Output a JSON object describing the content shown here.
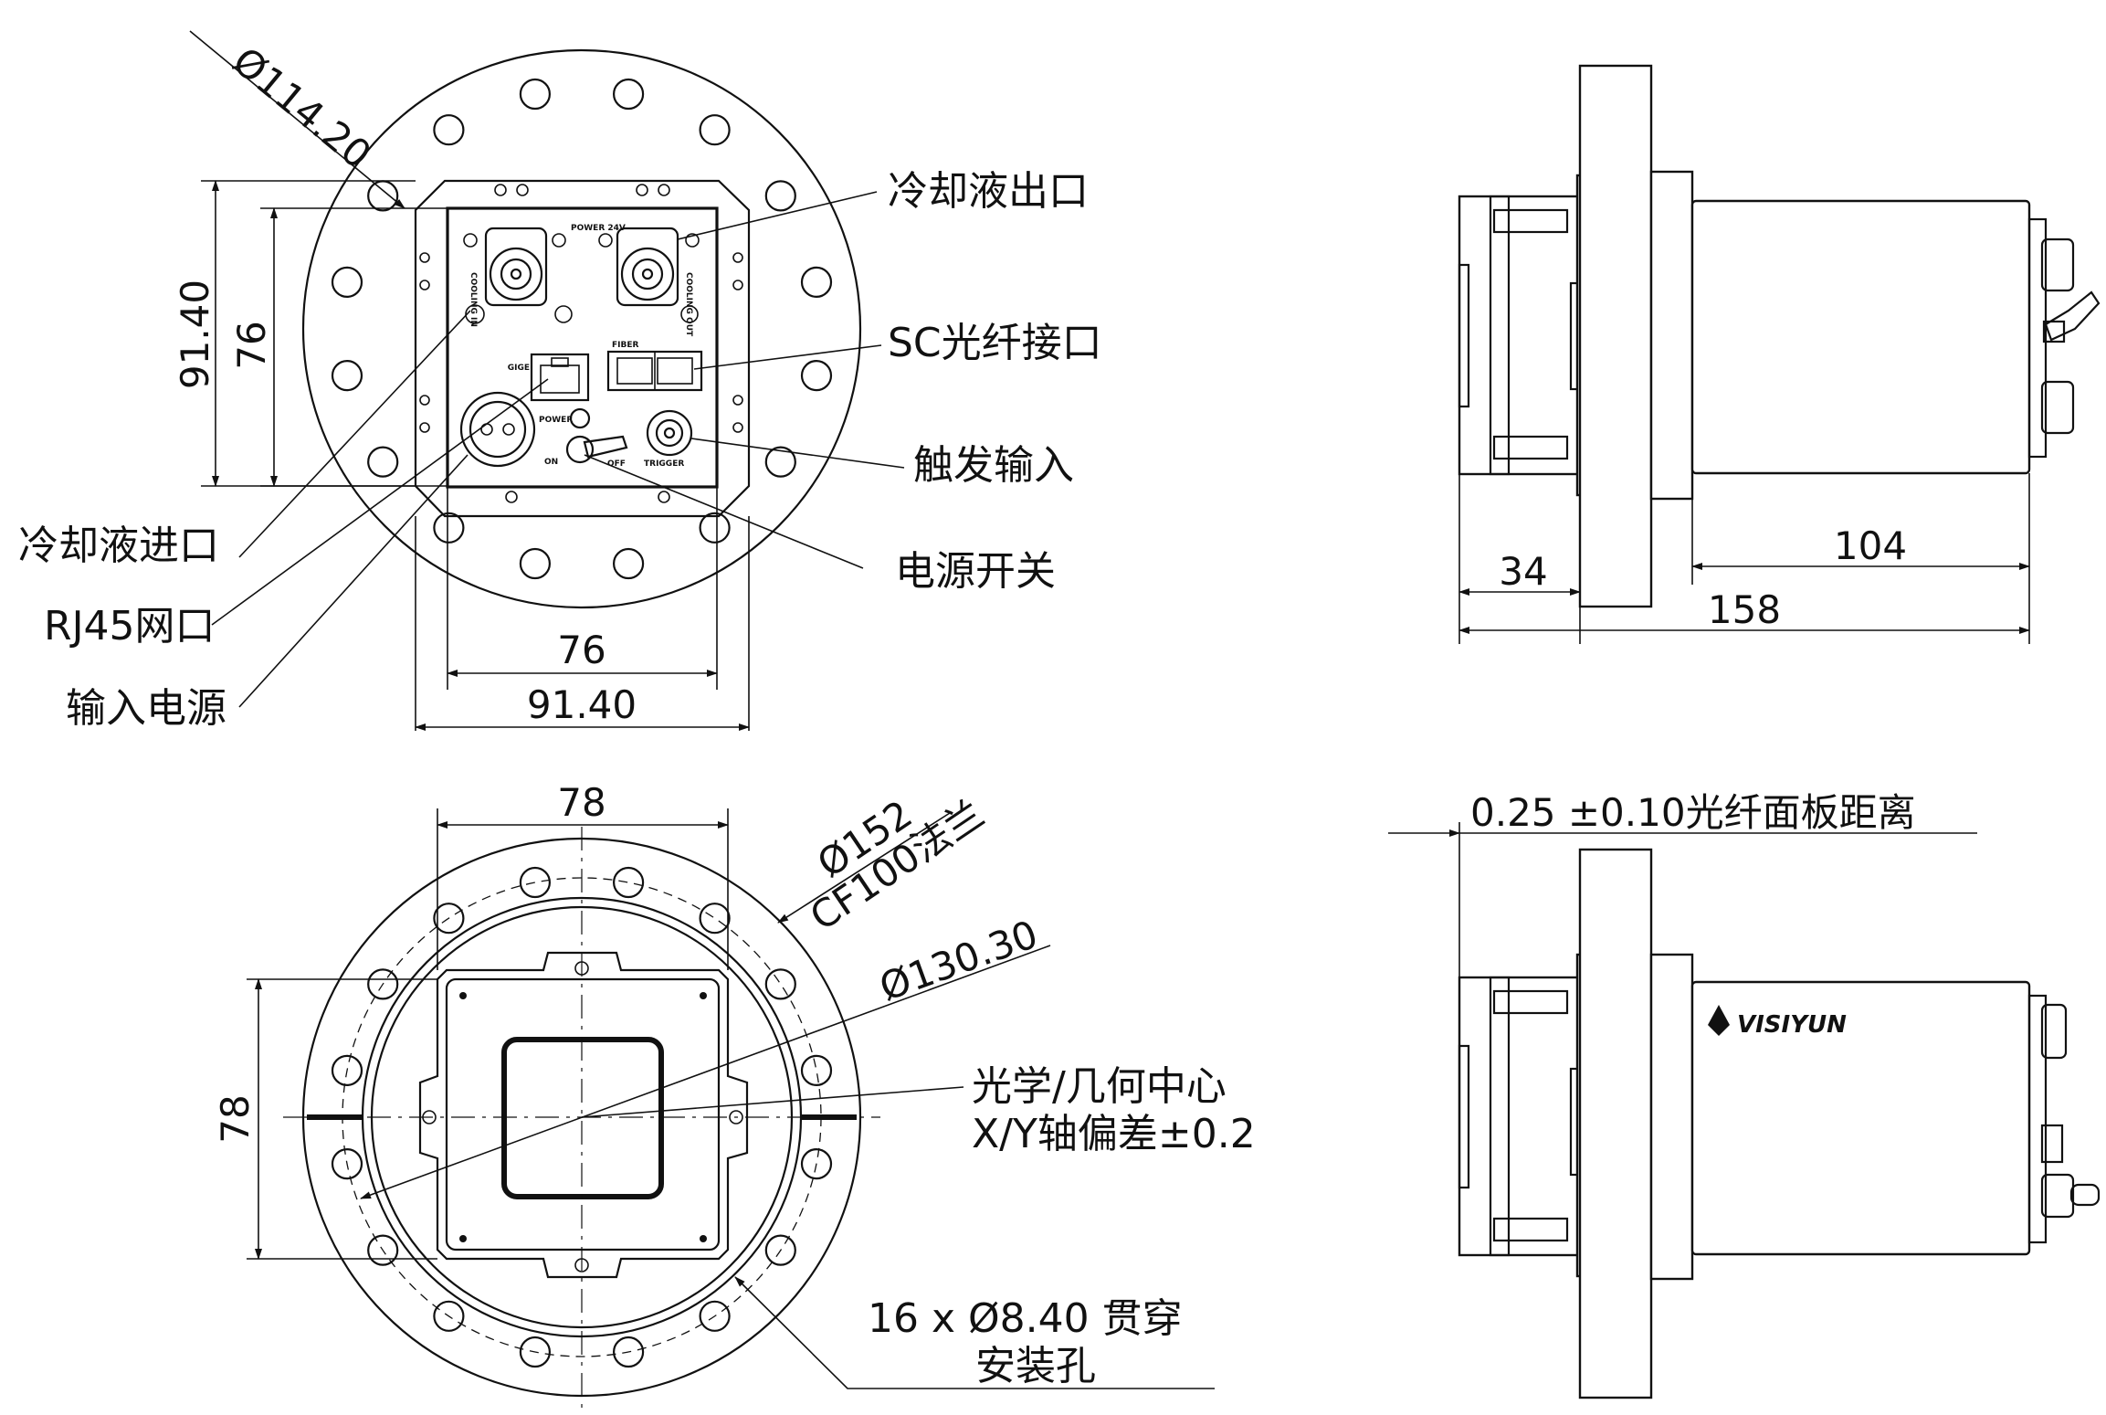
{
  "views": {
    "rear": {
      "dim_diameter": "Ø114.20",
      "dim_v_outer": "91.40",
      "dim_v_inner": "76",
      "dim_h_inner": "76",
      "dim_h_outer": "91.40",
      "panel_text": {
        "t1": "COOLING OUT",
        "t2": "POWER 24V",
        "t3": "COOLING IN",
        "t4": "FIBER",
        "t5": "GIGE",
        "t6": "POWER",
        "t7": "ON",
        "t8": "OFF",
        "t9": "TRIGGER"
      }
    },
    "side_top": {
      "dim_34": "34",
      "dim_104": "104",
      "dim_158": "158"
    },
    "front": {
      "dim_top": "78",
      "dim_left": "78",
      "dim_flange": "Ø152",
      "dim_flange_note": "CF100法兰",
      "dim_pcd": "Ø130.30",
      "note_center_1": "光学/几何中心",
      "note_center_2": "X/Y轴偏差±0.2",
      "note_holes_1": "16 x Ø8.40 贯穿",
      "note_holes_2": "安装孔"
    },
    "side_bottom": {
      "fiber_note": "0.25 ±0.10光纤面板距离",
      "logo": "VISIYUN"
    }
  },
  "callouts": {
    "cooling_out": "冷却液出口",
    "sc_fiber": "SC光纤接口",
    "trigger_in": "触发输入",
    "power_switch": "电源开关",
    "cooling_in": "冷却液进口",
    "rj45": "RJ45网口",
    "power_in": "输入电源"
  },
  "colors": {
    "line": "#111111",
    "background": "#ffffff"
  }
}
